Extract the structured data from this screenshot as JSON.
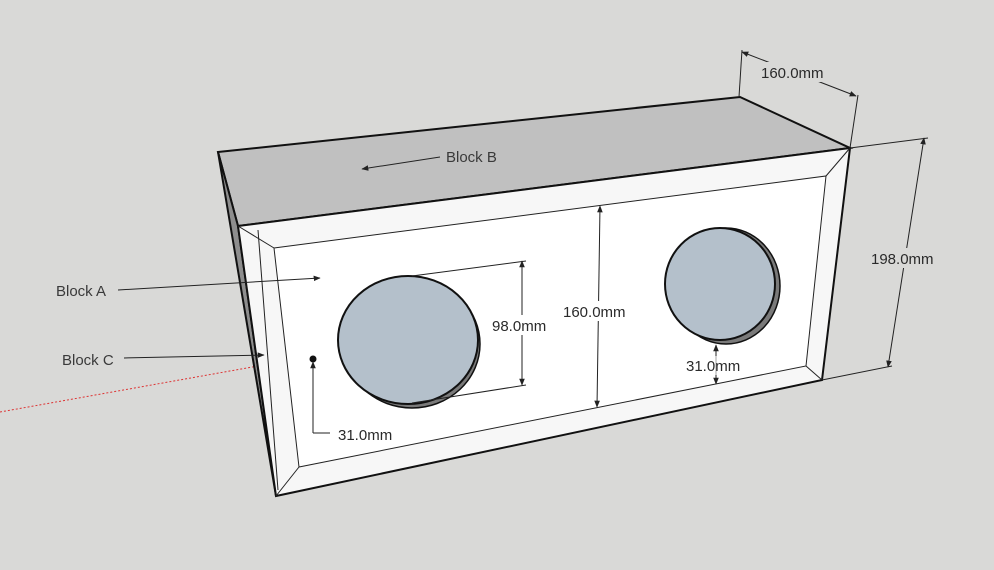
{
  "labels": {
    "block_a": "Block A",
    "block_b": "Block B",
    "block_c": "Block C"
  },
  "dimensions": {
    "depth": "160.0mm",
    "height_outer": "198.0mm",
    "height_inner": "160.0mm",
    "hole_diameter": "98.0mm",
    "hole_offset_left": "31.0mm",
    "hole_offset_right": "31.0mm"
  },
  "colors": {
    "background": "#d9d9d7",
    "top_face": "#c0c0c0",
    "front_face": "#f7f7f7",
    "side_face": "#8a8a8a",
    "hole_fill": "#b4c0cb",
    "axis_line": "#d33"
  }
}
